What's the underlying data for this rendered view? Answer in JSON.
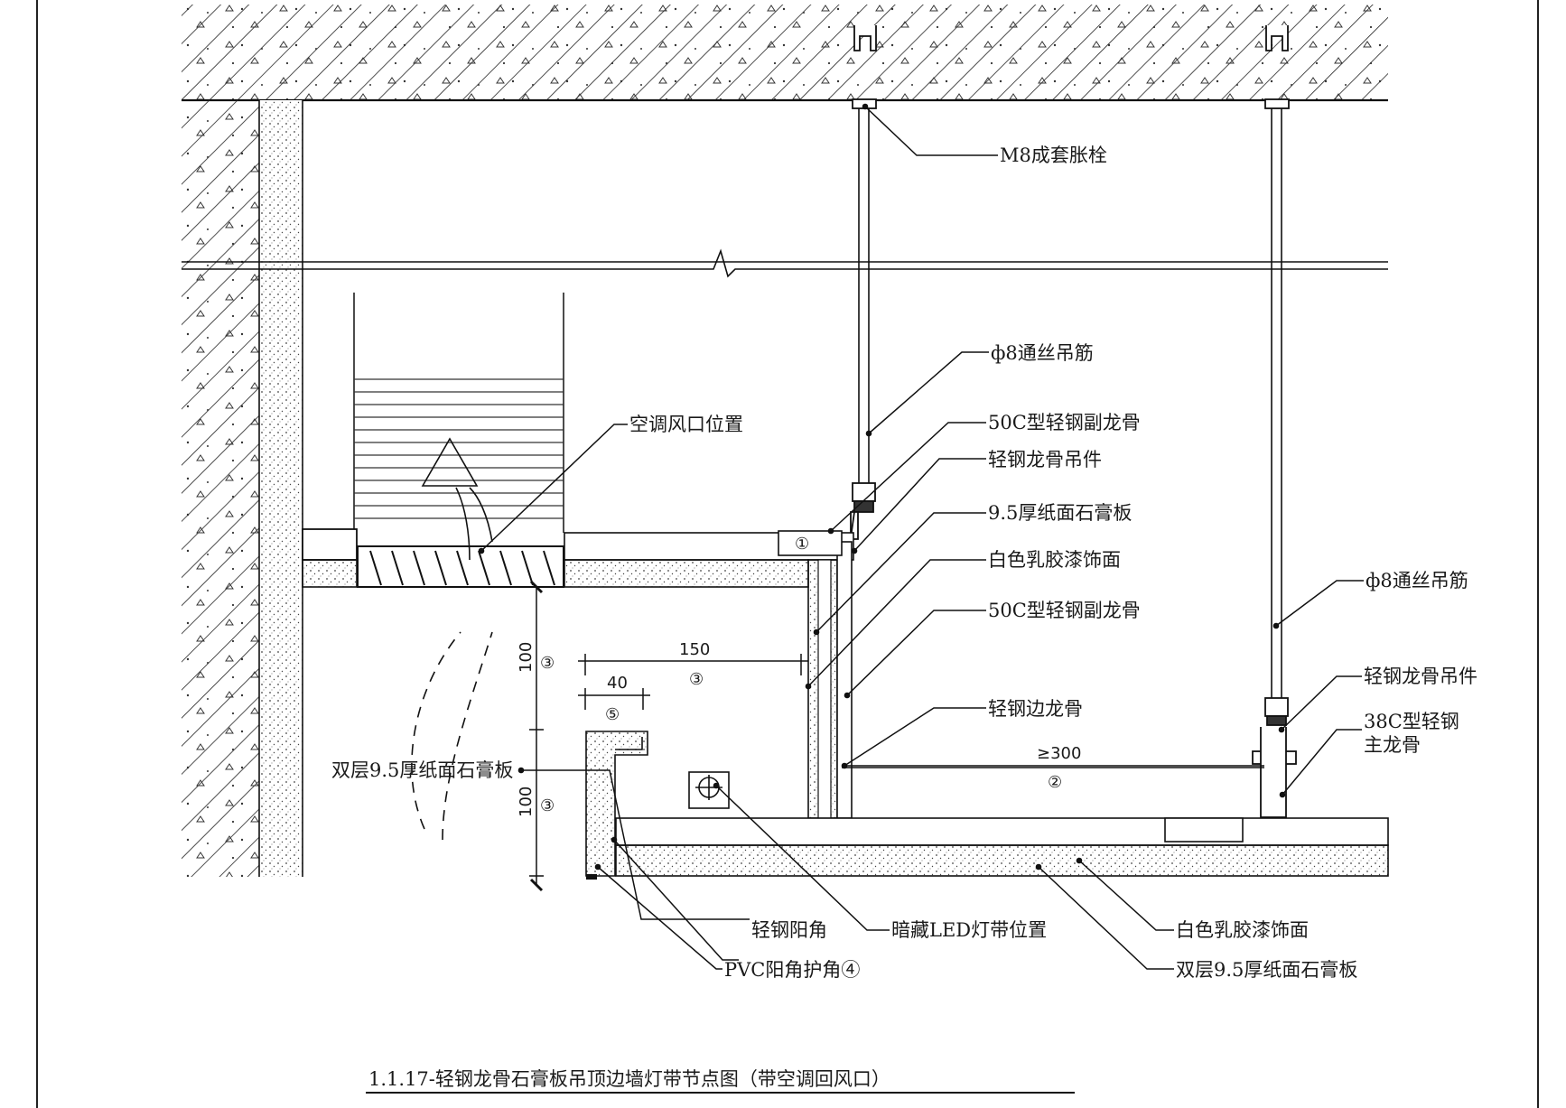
{
  "title": "1.1.17-轻钢龙骨石膏板吊顶边墙灯带节点图（带空调回风口）",
  "labels": {
    "m8_anchor": "M8成套胀栓",
    "rod_1": "ф8通丝吊筋",
    "sub_keel_1": "50C型轻钢副龙骨",
    "hanger_1": "轻钢龙骨吊件",
    "gypsum_95": "9.5厚纸面石膏板",
    "latex_1": "白色乳胶漆饰面",
    "sub_keel_2": "50C型轻钢副龙骨",
    "edge_keel": "轻钢边龙骨",
    "rod_2": "ф8通丝吊筋",
    "hanger_2": "轻钢龙骨吊件",
    "main_keel_a": "38C型轻钢",
    "main_keel_b": "主龙骨",
    "ac_vent": "空调风口位置",
    "double_gypsum_left": "双层9.5厚纸面石膏板",
    "steel_corner": "轻钢阳角",
    "pvc_corner": "PVC阳角护角④",
    "led_position": "暗藏LED灯带位置",
    "latex_2": "白色乳胶漆饰面",
    "double_gypsum_right": "双层9.5厚纸面石膏板"
  },
  "dimensions": {
    "d150": "150",
    "d40": "40",
    "d100_top": "100",
    "d100_bottom": "100",
    "d300": "≥300"
  },
  "markers": {
    "m1": "①",
    "m2": "②",
    "m3a": "③",
    "m3b": "③",
    "m3c": "③",
    "m5": "⑤"
  },
  "colors": {
    "line": "#1a1a1a",
    "background": "#ffffff",
    "watermark": "#c8c8c8"
  }
}
